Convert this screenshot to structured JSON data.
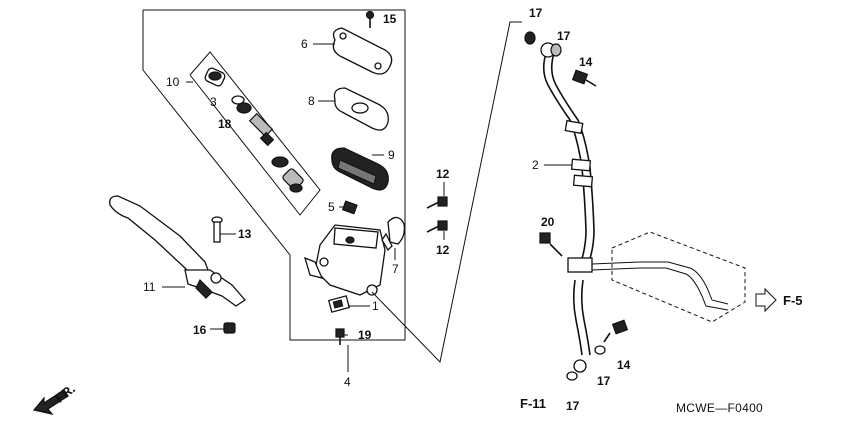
{
  "callouts": {
    "c1": "1",
    "c2": "2",
    "c3": "3",
    "c4": "4",
    "c5": "5",
    "c6": "6",
    "c7": "7",
    "c8": "8",
    "c9": "9",
    "c10": "10",
    "c11": "11",
    "c12a": "12",
    "c12b": "12",
    "c13": "13",
    "c14a": "14",
    "c14b": "14",
    "c15": "15",
    "c16": "16",
    "c17a": "17",
    "c17b": "17",
    "c17c": "17",
    "c17d": "17",
    "c18": "18",
    "c19": "19",
    "c20": "20"
  },
  "refs": {
    "f5": "F-5",
    "f11": "F-11"
  },
  "direction": {
    "fr": "FR."
  },
  "diagram_code": "MCWE—F0400"
}
